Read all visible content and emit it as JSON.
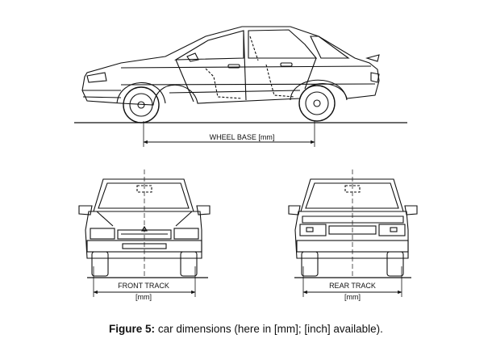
{
  "labels": {
    "wheel_base": "WHEEL BASE [mm]",
    "front_track": "FRONT TRACK",
    "front_unit": "[mm]",
    "rear_track": "REAR TRACK",
    "rear_unit": "[mm]"
  },
  "caption": {
    "prefix": "Figure 5:",
    "text": " car dimensions (here in [mm]; [inch] available)."
  }
}
